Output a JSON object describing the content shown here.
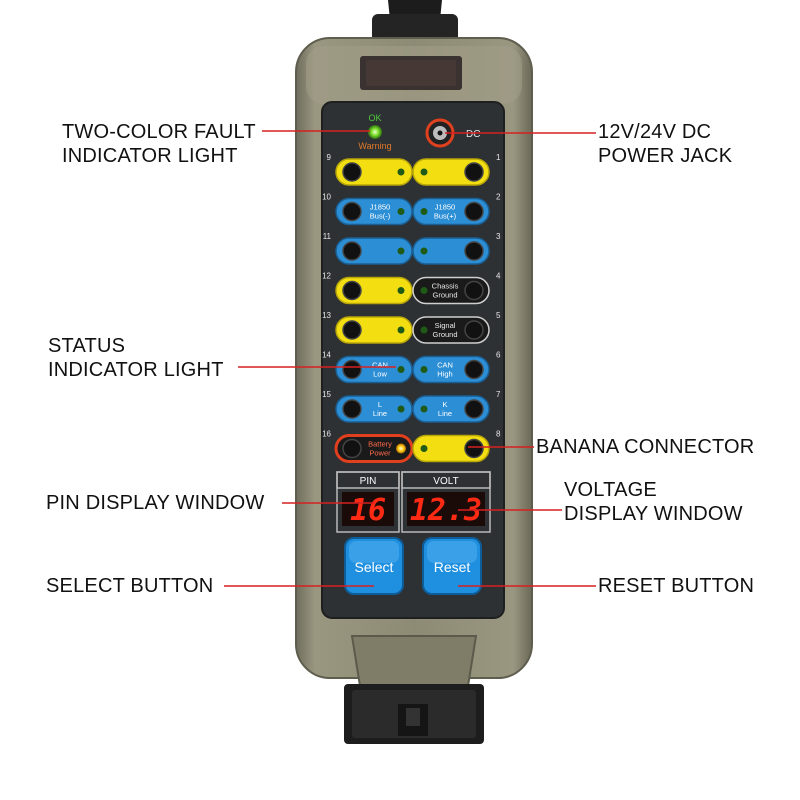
{
  "colors": {
    "body": "#8d8a75",
    "face": "#2e3133",
    "yellow": "#f3df11",
    "blue": "#2c8fd6",
    "black": "#1a1a1a",
    "red": "#e0401e",
    "leader": "#d62020",
    "led_red": "#ff2a14",
    "button_blue": "#1f8fe0"
  },
  "device": {
    "indicator": {
      "ok_label": "OK",
      "warning_label": "Warning"
    },
    "dc_label": "DC",
    "ports": [
      {
        "pin": "9",
        "color": "yellow",
        "label": ""
      },
      {
        "pin": "1",
        "color": "yellow",
        "label": ""
      },
      {
        "pin": "10",
        "color": "blue",
        "label": "J1850 Bus(-)"
      },
      {
        "pin": "2",
        "color": "blue",
        "label": "J1850 Bus(+)"
      },
      {
        "pin": "11",
        "color": "blue",
        "label": ""
      },
      {
        "pin": "3",
        "color": "blue",
        "label": ""
      },
      {
        "pin": "12",
        "color": "yellow",
        "label": ""
      },
      {
        "pin": "4",
        "color": "black",
        "label": "Chassis Ground"
      },
      {
        "pin": "13",
        "color": "yellow",
        "label": ""
      },
      {
        "pin": "5",
        "color": "black",
        "label": "Signal Ground"
      },
      {
        "pin": "14",
        "color": "blue",
        "label": "CAN Low"
      },
      {
        "pin": "6",
        "color": "blue",
        "label": "CAN High"
      },
      {
        "pin": "15",
        "color": "blue",
        "label": "L Line"
      },
      {
        "pin": "7",
        "color": "blue",
        "label": "K Line"
      },
      {
        "pin": "16",
        "color": "red",
        "label": "Battery Power"
      },
      {
        "pin": "8",
        "color": "yellow",
        "label": ""
      }
    ],
    "display": {
      "pin_header": "PIN",
      "volt_header": "VOLT",
      "pin_value": "16",
      "volt_value": "12.3"
    },
    "buttons": {
      "select": "Select",
      "reset": "Reset"
    }
  },
  "callouts": {
    "fault": [
      "TWO-COLOR FAULT",
      "INDICATOR LIGHT"
    ],
    "power": [
      "12V/24V DC",
      "POWER JACK"
    ],
    "status": [
      "STATUS",
      "INDICATOR LIGHT"
    ],
    "banana": [
      "BANANA CONNECTOR"
    ],
    "pin_window": [
      "PIN DISPLAY WINDOW"
    ],
    "voltage_window": [
      "VOLTAGE",
      "DISPLAY WINDOW"
    ],
    "select": [
      "SELECT BUTTON"
    ],
    "reset": [
      "RESET BUTTON"
    ]
  }
}
